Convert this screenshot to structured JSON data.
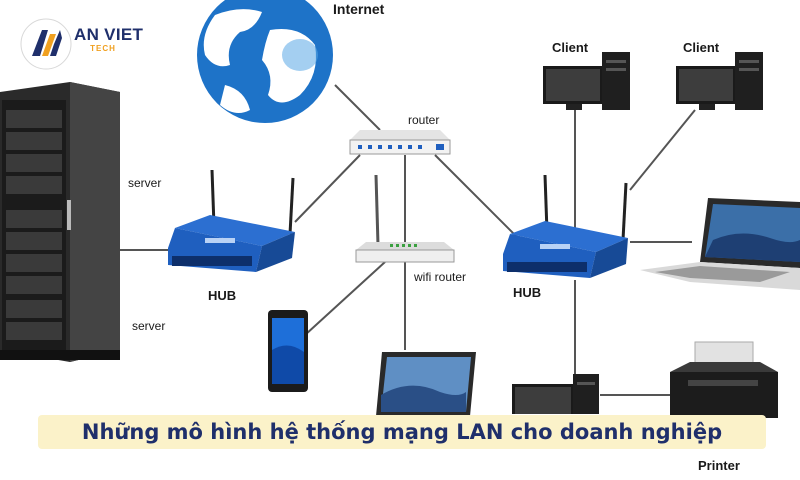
{
  "brand": {
    "name": "AN VIET",
    "subtitle": "TECH"
  },
  "labels": {
    "internet": "Internet",
    "router": "router",
    "server_top": "server",
    "server_bottom": "server",
    "hub_left": "HUB",
    "hub_right": "HUB",
    "wifi_router": "wifi router",
    "client_1": "Client",
    "client_2": "Client",
    "printer": "Printer"
  },
  "caption": "Những mô hình hệ thống mạng LAN cho doanh nghiệp",
  "colors": {
    "accent_blue": "#1f5fbf",
    "brand_navy": "#1f2f6b",
    "brand_orange": "#f0a020",
    "caption_bg": "#fbf2c9"
  }
}
